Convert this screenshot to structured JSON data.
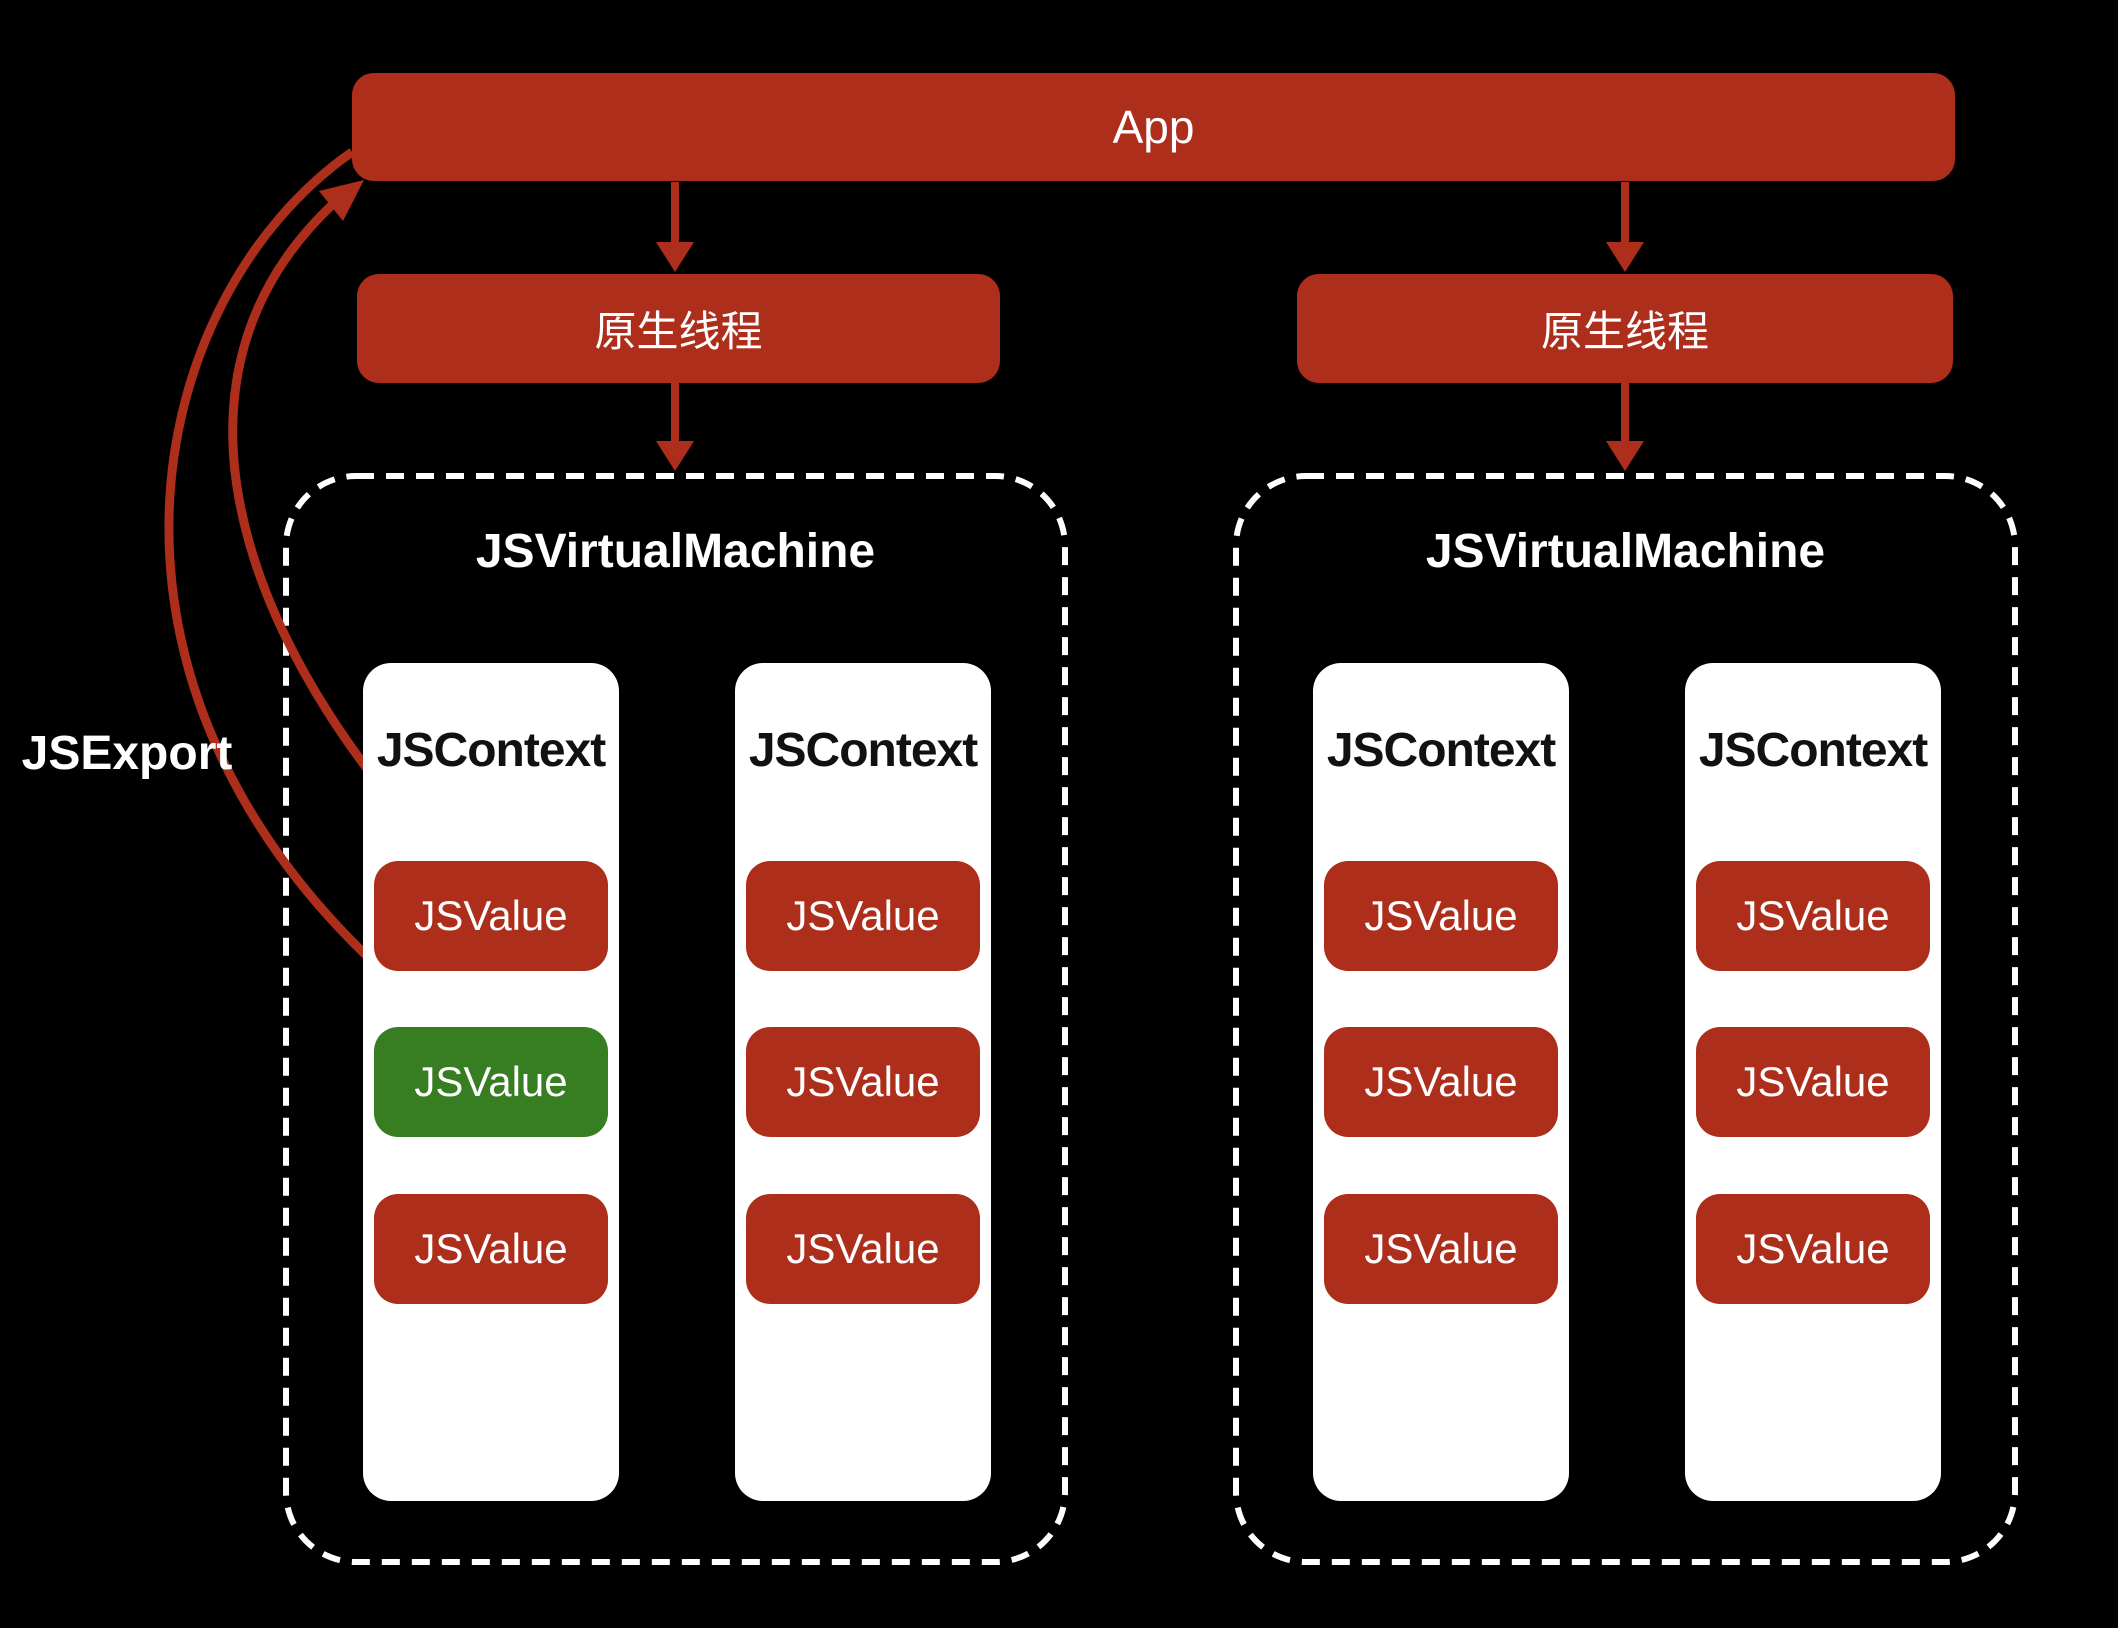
{
  "colors": {
    "background": "#000000",
    "red": "#AE2E1C",
    "green": "#377D22",
    "white": "#FFFFFF",
    "dark_text": "#111111"
  },
  "app": {
    "label": "App"
  },
  "threads": {
    "left_label": "原生线程",
    "right_label": "原生线程"
  },
  "jsexport": {
    "label": "JSExport"
  },
  "vms": [
    {
      "title": "JSVirtualMachine",
      "contexts": [
        {
          "title": "JSContext",
          "values": [
            {
              "label": "JSValue",
              "variant": "red"
            },
            {
              "label": "JSValue",
              "variant": "green"
            },
            {
              "label": "JSValue",
              "variant": "red"
            }
          ]
        },
        {
          "title": "JSContext",
          "values": [
            {
              "label": "JSValue",
              "variant": "red"
            },
            {
              "label": "JSValue",
              "variant": "red"
            },
            {
              "label": "JSValue",
              "variant": "red"
            }
          ]
        }
      ]
    },
    {
      "title": "JSVirtualMachine",
      "contexts": [
        {
          "title": "JSContext",
          "values": [
            {
              "label": "JSValue",
              "variant": "red"
            },
            {
              "label": "JSValue",
              "variant": "red"
            },
            {
              "label": "JSValue",
              "variant": "red"
            }
          ]
        },
        {
          "title": "JSContext",
          "values": [
            {
              "label": "JSValue",
              "variant": "red"
            },
            {
              "label": "JSValue",
              "variant": "red"
            },
            {
              "label": "JSValue",
              "variant": "red"
            }
          ]
        }
      ]
    }
  ]
}
